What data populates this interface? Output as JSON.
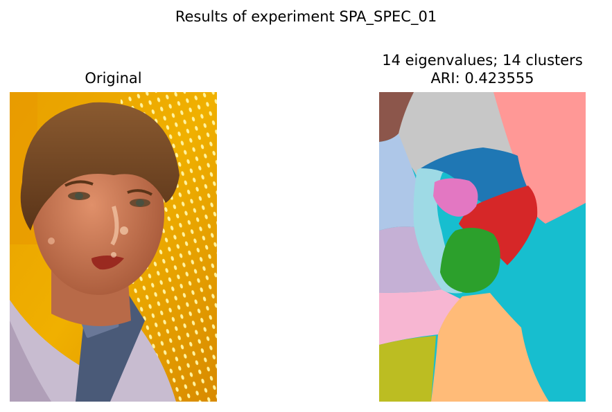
{
  "figure": {
    "suptitle": "Results of experiment SPA_SPEC_01"
  },
  "panels": [
    {
      "title": "Original",
      "image": "portrait-photo"
    },
    {
      "title_line1": "14 eigenvalues; 14 clusters",
      "title_line2": "ARI: 0.423555",
      "image": "segmentation-map"
    }
  ],
  "colors": {
    "brown": "#8c564b",
    "gray": "#c7c7c7",
    "salmon": "#ff9896",
    "light_blue": "#aec7e8",
    "blue": "#1f77b4",
    "cyan_light": "#9edae5",
    "pink": "#e377c2",
    "red": "#d62728",
    "green": "#2ca02c",
    "lavender": "#c5b0d5",
    "cyan": "#17becf",
    "light_pink": "#f7b6d2",
    "peach": "#ffbb78",
    "olive": "#bcbd22"
  }
}
